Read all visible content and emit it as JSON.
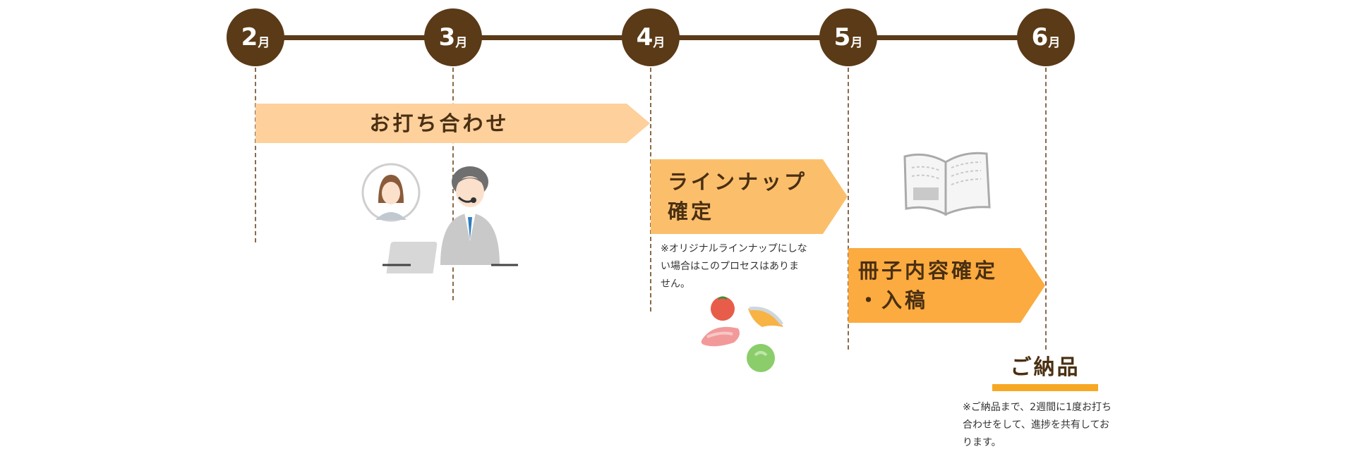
{
  "timeline": {
    "months": [
      {
        "num": "2",
        "unit": "月"
      },
      {
        "num": "3",
        "unit": "月"
      },
      {
        "num": "4",
        "unit": "月"
      },
      {
        "num": "5",
        "unit": "月"
      },
      {
        "num": "6",
        "unit": "月"
      }
    ]
  },
  "phases": {
    "meeting": {
      "label": "お打ち合わせ"
    },
    "lineup": {
      "line1": "ラインナップ",
      "line2": "確定",
      "note": [
        "※オリジナルラインナップにしな",
        "い場合はこのプロセスはありま",
        "せん。"
      ]
    },
    "booklet": {
      "line1": "冊子内容確定",
      "line2": "・入稿"
    },
    "delivery": {
      "label": "ご納品",
      "note": [
        "※ご納品まで、2週間に1度お打ち",
        "合わせをして、進捗を共有してお",
        "ります。"
      ]
    }
  },
  "colors": {
    "timeline": "#5a3a17",
    "meeting_arrow": "#fdd09c",
    "lineup_arrow": "#fbbf6c",
    "booklet_arrow": "#fbab3f",
    "delivery_bar": "#f7a823"
  },
  "icons": {
    "meeting": "online-meeting-illustration",
    "booklet": "open-booklet-icon",
    "food": "food-ingredients-illustration"
  }
}
